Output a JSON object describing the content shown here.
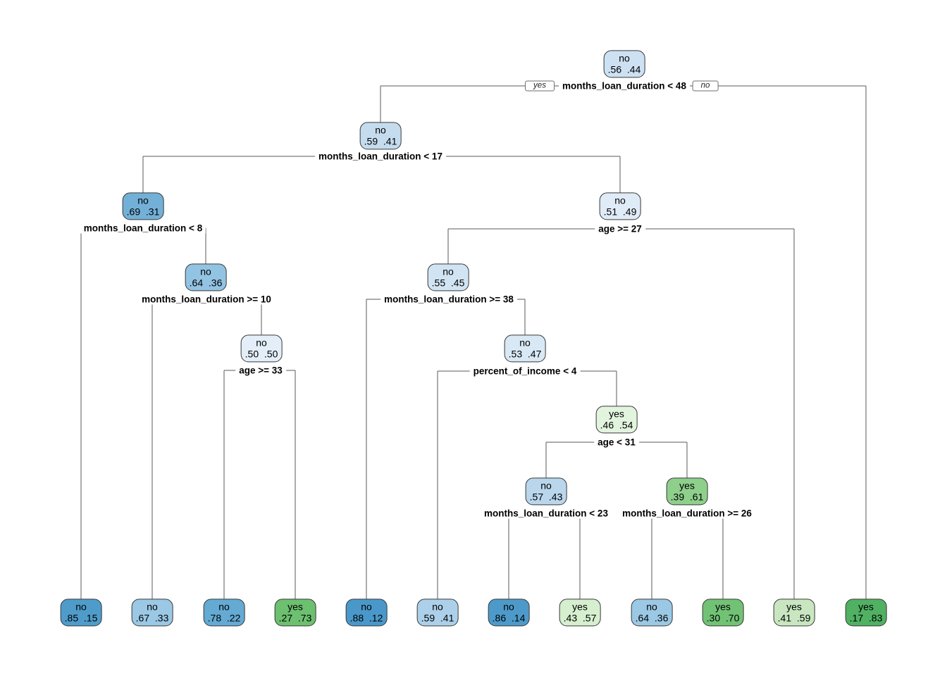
{
  "figure": {
    "type": "decision_tree",
    "background": "#ffffff",
    "line_color": "#595959",
    "node_border_color": "#383838",
    "class_labels": [
      "no",
      "yes"
    ],
    "palette": {
      "no_dark": "#4a98c9",
      "no_light": "#e3eef8",
      "yes_dark": "#50b163",
      "yes_light": "#d6efcf"
    }
  },
  "root_edge_labels": {
    "yes": "yes",
    "no": "no"
  },
  "tree": {
    "nodes": [
      {
        "id": 0,
        "role": "root",
        "label": "no",
        "probs": ".56  .44",
        "fill": "#cde1f2"
      },
      {
        "id": 1,
        "role": "internal",
        "label": "no",
        "probs": ".59  .41",
        "fill": "#c5dcef"
      },
      {
        "id": 2,
        "role": "internal",
        "label": "no",
        "probs": ".69  .31",
        "fill": "#73b0d7"
      },
      {
        "id": 3,
        "role": "internal",
        "label": "no",
        "probs": ".64  .36",
        "fill": "#93c3e2"
      },
      {
        "id": 4,
        "role": "internal",
        "label": "no",
        "probs": ".50  .50",
        "fill": "#e3eef8"
      },
      {
        "id": 5,
        "role": "internal",
        "label": "no",
        "probs": ".51  .49",
        "fill": "#dfebf7"
      },
      {
        "id": 6,
        "role": "internal",
        "label": "no",
        "probs": ".55  .45",
        "fill": "#d1e4f3"
      },
      {
        "id": 7,
        "role": "internal",
        "label": "no",
        "probs": ".53  .47",
        "fill": "#d8e8f5"
      },
      {
        "id": 8,
        "role": "internal",
        "label": "yes",
        "probs": ".46  .54",
        "fill": "#e3f4de"
      },
      {
        "id": 9,
        "role": "internal",
        "label": "no",
        "probs": ".57  .43",
        "fill": "#b9d6ec"
      },
      {
        "id": 10,
        "role": "internal",
        "label": "yes",
        "probs": ".39  .61",
        "fill": "#8fcf8c"
      },
      {
        "id": 11,
        "role": "leaf",
        "label": "no",
        "probs": ".85  .15",
        "fill": "#4f9ccb"
      },
      {
        "id": 12,
        "role": "leaf",
        "label": "no",
        "probs": ".67  .33",
        "fill": "#9bc8e4"
      },
      {
        "id": 13,
        "role": "leaf",
        "label": "no",
        "probs": ".78  .22",
        "fill": "#64aad3"
      },
      {
        "id": 14,
        "role": "leaf",
        "label": "yes",
        "probs": ".27  .73",
        "fill": "#6cc06f"
      },
      {
        "id": 15,
        "role": "leaf",
        "label": "no",
        "probs": ".88  .12",
        "fill": "#4a98c9"
      },
      {
        "id": 16,
        "role": "leaf",
        "label": "no",
        "probs": ".59  .41",
        "fill": "#acd0e9"
      },
      {
        "id": 17,
        "role": "leaf",
        "label": "no",
        "probs": ".86  .14",
        "fill": "#4d9aca"
      },
      {
        "id": 18,
        "role": "leaf",
        "label": "yes",
        "probs": ".43  .57",
        "fill": "#d6efcf"
      },
      {
        "id": 19,
        "role": "leaf",
        "label": "no",
        "probs": ".64  .36",
        "fill": "#9bc8e4"
      },
      {
        "id": 20,
        "role": "leaf",
        "label": "yes",
        "probs": ".30  .70",
        "fill": "#72c275"
      },
      {
        "id": 21,
        "role": "leaf",
        "label": "yes",
        "probs": ".41  .59",
        "fill": "#c8e7c1"
      },
      {
        "id": 22,
        "role": "leaf",
        "label": "yes",
        "probs": ".17  .83",
        "fill": "#50b163"
      }
    ],
    "splits": [
      {
        "text": "months_loan_duration < 48"
      },
      {
        "text": "months_loan_duration < 17"
      },
      {
        "text": "months_loan_duration < 8"
      },
      {
        "text": "months_loan_duration >= 10"
      },
      {
        "text": "age >= 33"
      },
      {
        "text": "age >= 27"
      },
      {
        "text": "months_loan_duration >= 38"
      },
      {
        "text": "percent_of_income < 4"
      },
      {
        "text": "age < 31"
      },
      {
        "text": "months_loan_duration < 23"
      },
      {
        "text": "months_loan_duration >= 26"
      }
    ]
  }
}
